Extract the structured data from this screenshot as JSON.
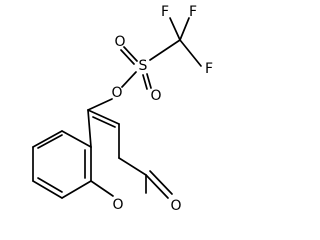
{
  "molecule": {
    "atoms": {
      "F1": "F",
      "F2": "F",
      "F3": "F",
      "S": "S",
      "O_sulfonyl_1": "O",
      "O_sulfonyl_2": "O",
      "O_ester": "O",
      "O_ring": "O",
      "O_carbonyl": "O"
    }
  },
  "colors": {
    "bond": "#000000",
    "label": "#000000",
    "background": "#ffffff"
  }
}
